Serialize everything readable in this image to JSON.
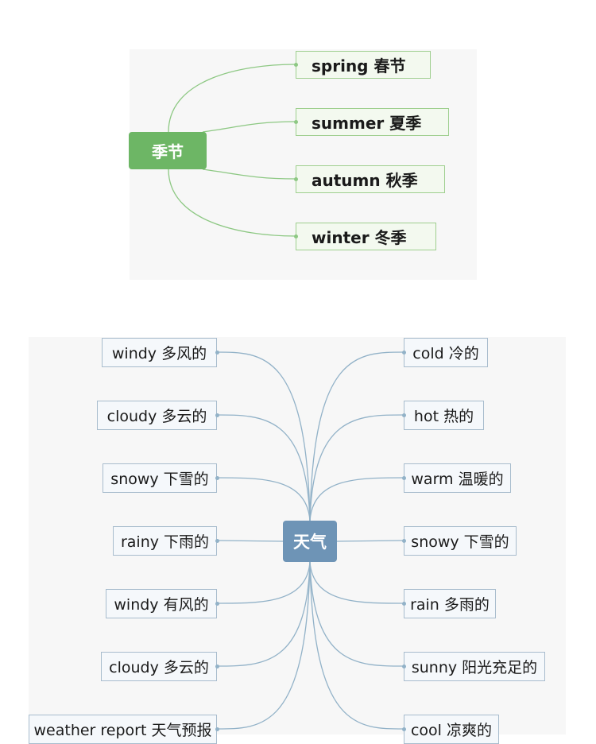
{
  "colors": {
    "season_center": "#6db665",
    "season_line": "#8dc883",
    "weather_center": "#6e94b6",
    "weather_line": "#92b2c8"
  },
  "seasons": {
    "center": "季节",
    "items": [
      "spring  春节",
      "summer  夏季",
      "autumn  秋季",
      "winter   冬季"
    ]
  },
  "weather": {
    "center": "天气",
    "left": [
      "windy  多风的",
      "cloudy  多云的",
      "snowy  下雪的",
      "rainy  下雨的",
      "windy  有风的",
      "cloudy  多云的",
      "weather report  天气预报"
    ],
    "right": [
      "cold  冷的",
      "hot  热的",
      "warm  温暖的",
      "snowy  下雪的",
      "rain 多雨的",
      "sunny  阳光充足的",
      "cool  凉爽的"
    ]
  }
}
